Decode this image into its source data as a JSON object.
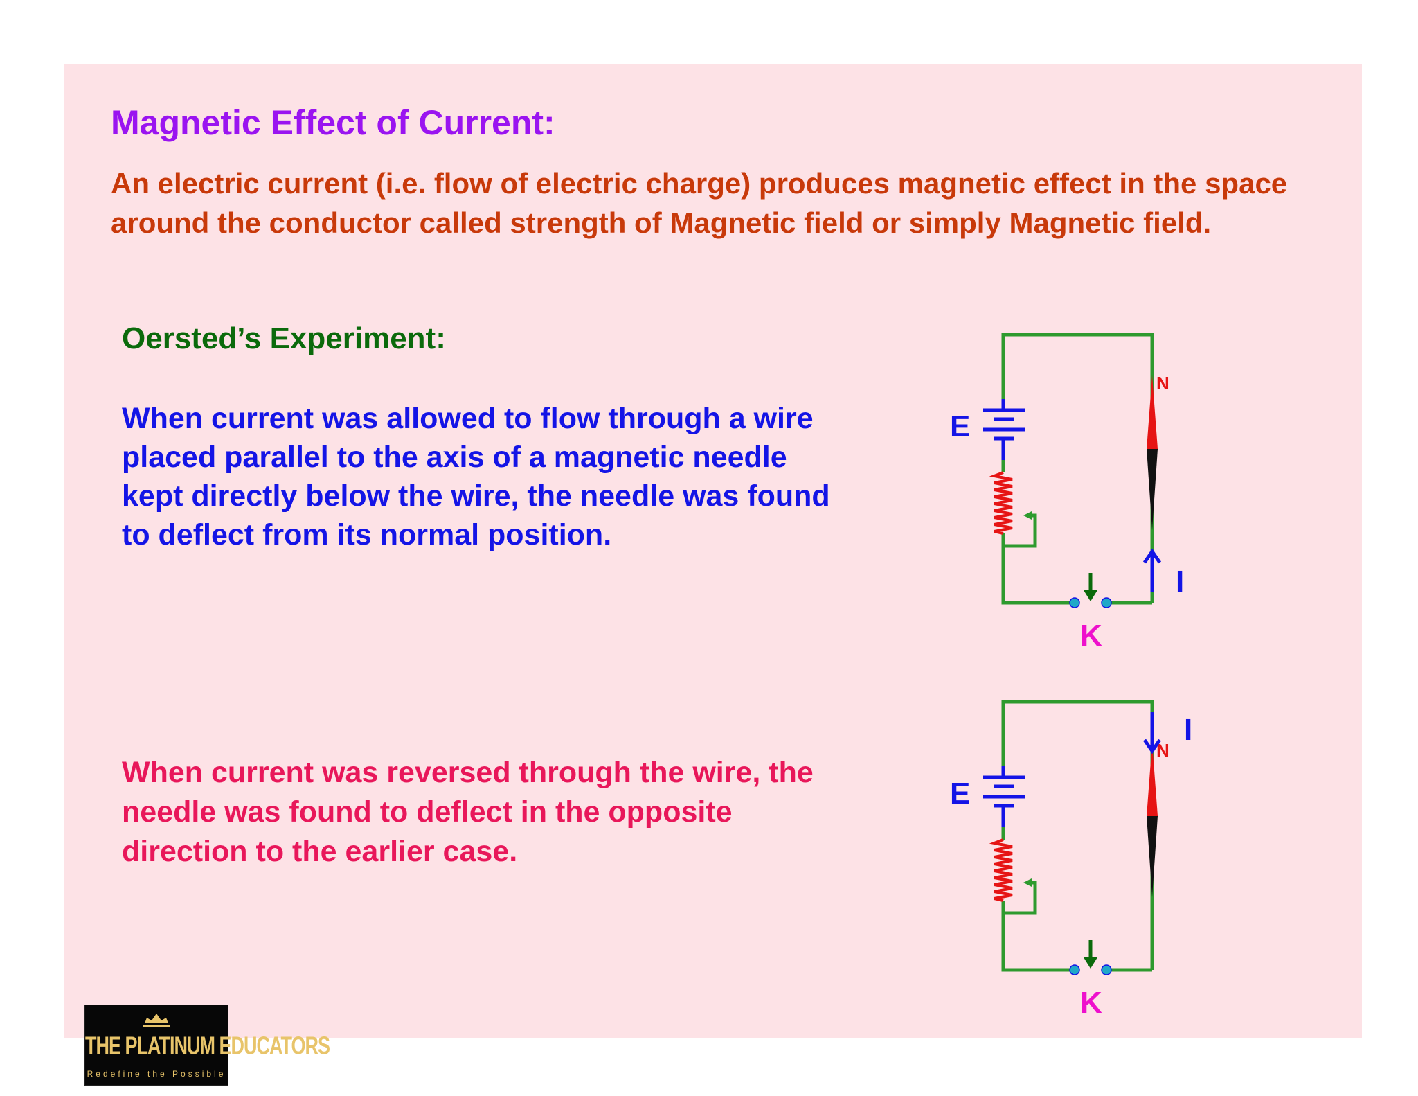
{
  "title": "Magnetic Effect of Current:",
  "intro": "An electric current (i.e. flow of electric charge) produces magnetic  effect in the space around the conductor called strength of Magnetic field or simply Magnetic field.",
  "experiment": {
    "heading": "Oersted’s Experiment:",
    "observation_1": "When current was allowed to flow through a wire  placed parallel to the axis of a magnetic needle kept directly below the wire, the needle was found to deflect from its normal position.",
    "observation_2": "When current was reversed through the wire, the needle was found to deflect in the opposite direction to the earlier case."
  },
  "diagram": {
    "battery_label": "E",
    "key_label": "K",
    "current_label": "I",
    "north_label": "N",
    "colors": {
      "wire": "#2e9a2e",
      "battery": "#1414e6",
      "rheostat": "#e61414",
      "needle_north": "#e61414",
      "needle_south": "#111111",
      "current_arrow": "#1414e6",
      "key_label": "#ee10cc",
      "key_arrow": "#0b6a0b",
      "key_studs": "#20a8c8"
    }
  },
  "logo": {
    "brand": "THE PLATINUM EDUCATORS",
    "tagline": "Redefine the Possible"
  }
}
